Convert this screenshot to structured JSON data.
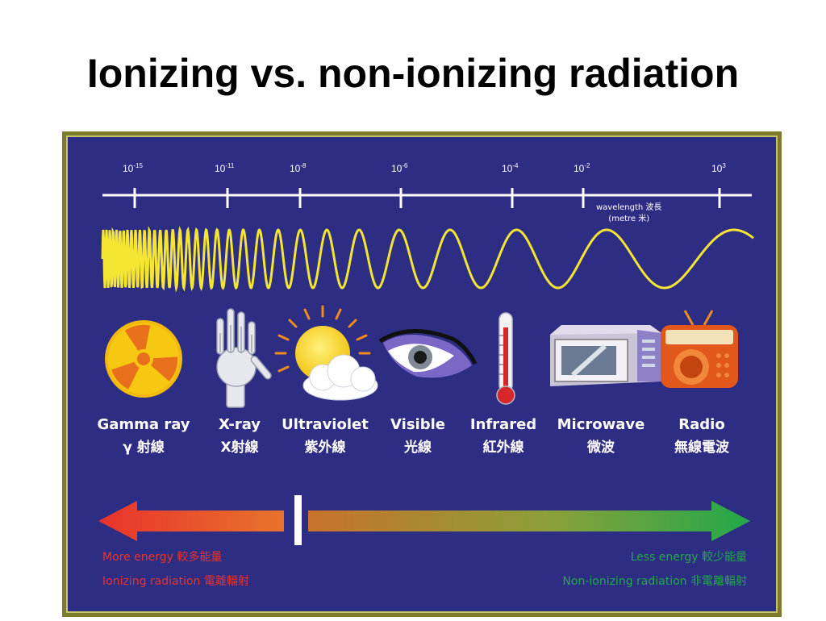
{
  "title": "Ionizing vs. non-ionizing radiation",
  "colors": {
    "panel_bg": "#2e2d84",
    "wave": "#f4e533",
    "ionizing": "#e8332c",
    "non_ionizing": "#22a84a"
  },
  "wavelength_axis": {
    "ticks": [
      {
        "base": "10",
        "exp": "-15"
      },
      {
        "base": "10",
        "exp": "-11"
      },
      {
        "base": "10",
        "exp": "-8"
      },
      {
        "base": "10",
        "exp": "-6"
      },
      {
        "base": "10",
        "exp": "-4"
      },
      {
        "base": "10",
        "exp": "-2"
      },
      {
        "base": "10",
        "exp": "3"
      }
    ],
    "label_line1": "wavelength 波長",
    "label_line2": "(metre 米)"
  },
  "bands": [
    {
      "name": "Gamma ray",
      "name_zh": "γ 射線",
      "icon": "radiation-icon"
    },
    {
      "name": "X-ray",
      "name_zh": "X射線",
      "icon": "hand-xray-icon"
    },
    {
      "name": "Ultraviolet",
      "name_zh": "紫外線",
      "icon": "sun-cloud-icon"
    },
    {
      "name": "Visible",
      "name_zh": "光線",
      "icon": "eye-icon"
    },
    {
      "name": "Infrared",
      "name_zh": "紅外線",
      "icon": "thermometer-icon"
    },
    {
      "name": "Microwave",
      "name_zh": "微波",
      "icon": "microwave-icon"
    },
    {
      "name": "Radio",
      "name_zh": "無線電波",
      "icon": "radio-icon"
    }
  ],
  "energy": {
    "more": "More energy 較多能量",
    "ionizing": "Ionizing radiation 電離輻射",
    "less": "Less energy 較少能量",
    "non_ionizing": "Non-ionizing radiation 非電離輻射"
  }
}
